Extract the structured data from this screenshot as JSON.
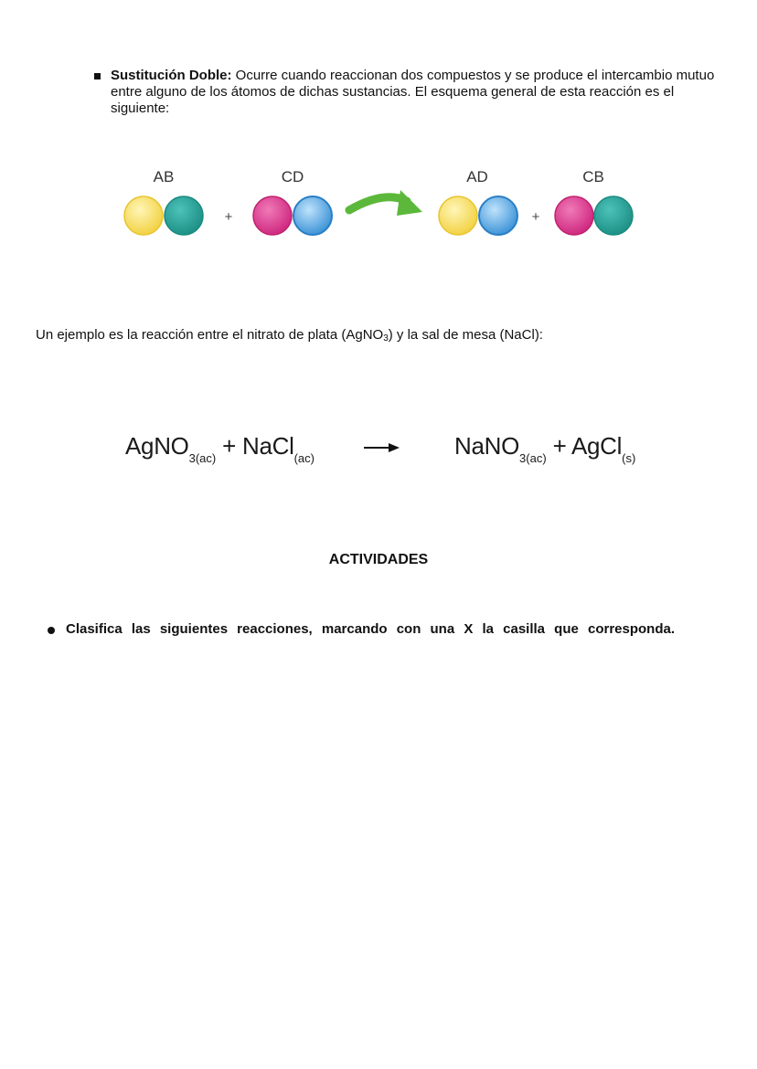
{
  "section": {
    "term": "Sustitución Doble:",
    "description": " Ocurre cuando reaccionan dos compuestos y se produce el intercambio mutuo entre alguno de los átomos de dichas sustancias. El esquema general de esta reacción es el siguiente:"
  },
  "diagram": {
    "reactants": [
      "AB",
      "CD"
    ],
    "products": [
      "AD",
      "CB"
    ],
    "plus": "+",
    "colors": {
      "A": "#f2d245",
      "B": "#2aa39a",
      "C": "#d9338a",
      "D": "#3f95d8",
      "arrow": "#5cb83a"
    }
  },
  "example": {
    "text_before": "Un ejemplo es la reacción entre el nitrato de plata (AgNO",
    "sub": "3",
    "text_after": ") y la sal de mesa (NaCl):"
  },
  "equation": {
    "r1": "AgNO",
    "r1_sub": "3(ac)",
    "plus1": "+ NaCl",
    "r2_sub": "(ac)",
    "p1": "NaNO",
    "p1_sub": "3(ac)",
    "plus2": "+ AgCl",
    "p2_sub": "(s)"
  },
  "activities": {
    "heading": "ACTIVIDADES",
    "instruction": "Clasifica las siguientes reacciones, marcando con una X la casilla que corresponda."
  }
}
